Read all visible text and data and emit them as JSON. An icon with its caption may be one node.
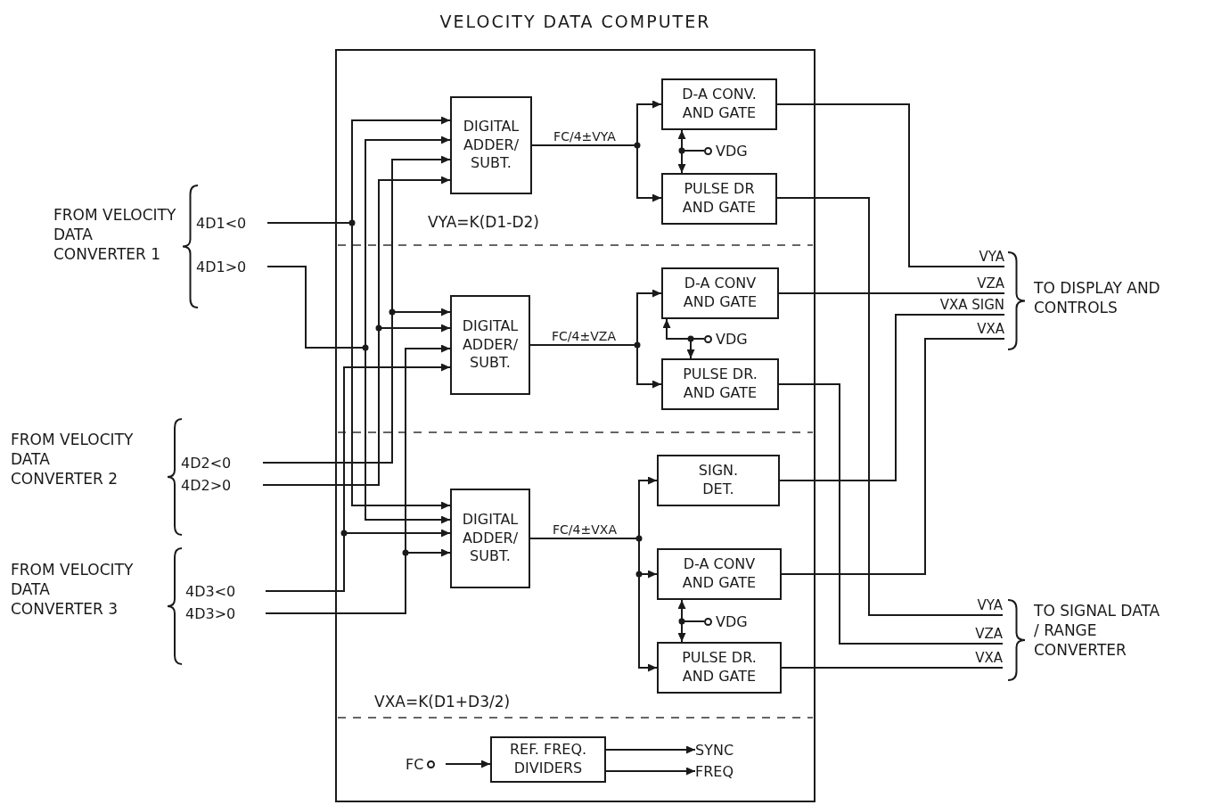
{
  "diagram": {
    "nodes": [
      {
        "text": [
          "VELOCITY DATA COMPUTER"
        ]
      },
      {
        "text": [
          "4D1<0"
        ]
      },
      {
        "text": [
          "4D1>0"
        ]
      },
      {
        "text": [
          "4D2<0"
        ]
      },
      {
        "text": [
          "4D2>0"
        ]
      },
      {
        "text": [
          "4D3<0"
        ]
      },
      {
        "text": [
          "4D3>0"
        ]
      },
      {
        "text": [
          "DIGITAL ADDER/ SUBT."
        ],
        "in": 0
      },
      {
        "text": [
          "D-A CONV. AND GATE"
        ],
        "in": 0
      },
      {
        "text": [
          "PULSE DR AND GATE"
        ],
        "in": 0
      },
      {
        "text": [
          "VDG"
        ],
        "in": 0
      },
      {
        "text": [
          "DIGITAL ADDER/ SUBT."
        ],
        "in": 0
      },
      {
        "text": [
          "D-A CONV AND GATE"
        ],
        "in": 0
      },
      {
        "text": [
          "PULSE DR. AND GATE"
        ],
        "in": 0
      },
      {
        "text": [
          "VDG"
        ],
        "in": 0
      },
      {
        "text": [
          "DIGITAL ADDER/ SUBT."
        ],
        "in": 0
      },
      {
        "text": [
          "SIGN. DET."
        ],
        "in": 0
      },
      {
        "text": [
          "D-A CONV AND GATE"
        ],
        "in": 0
      },
      {
        "text": [
          "PULSE DR. AND GATE"
        ],
        "in": 0
      },
      {
        "text": [
          "VDG"
        ],
        "in": 0
      },
      {
        "text": [
          "FC"
        ],
        "in": 0
      },
      {
        "text": [
          "REF. FREQ. DIVIDERS"
        ],
        "in": 0
      },
      {
        "text": [
          "SYNC"
        ],
        "in": 0
      },
      {
        "text": [
          "FREQ"
        ],
        "in": 0
      },
      {
        "text": [
          "VYA"
        ]
      },
      {
        "text": [
          "VZA"
        ]
      },
      {
        "text": [
          "VXA SIGN"
        ]
      },
      {
        "text": [
          "VXA"
        ]
      },
      {
        "text": [
          "VYA"
        ]
      },
      {
        "text": [
          "VZA"
        ]
      },
      {
        "text": [
          "VXA"
        ]
      }
    ],
    "edges": [
      {
        "from": 1,
        "to": 7,
        "arrow": "to"
      },
      {
        "from": 2,
        "to": 7,
        "arrow": "to"
      },
      {
        "from": 3,
        "to": 7,
        "arrow": "to"
      },
      {
        "from": 4,
        "to": 7,
        "arrow": "to"
      },
      {
        "from": 3,
        "to": 11,
        "arrow": "to"
      },
      {
        "from": 4,
        "to": 11,
        "arrow": "to"
      },
      {
        "from": 6,
        "to": 11,
        "arrow": "to"
      },
      {
        "from": 5,
        "to": 11,
        "arrow": "to"
      },
      {
        "from": 1,
        "to": 15,
        "arrow": "to"
      },
      {
        "from": 2,
        "to": 15,
        "arrow": "to"
      },
      {
        "from": 5,
        "to": 15,
        "arrow": "to"
      },
      {
        "from": 6,
        "to": 15,
        "arrow": "to"
      },
      {
        "from": 7,
        "to": 8,
        "arrow": "to",
        "label": "FC/4±VYA"
      },
      {
        "from": 7,
        "to": 9,
        "arrow": "to"
      },
      {
        "from": 10,
        "to": 8,
        "arrow": "to"
      },
      {
        "from": 10,
        "to": 9,
        "arrow": "to"
      },
      {
        "from": 11,
        "to": 12,
        "arrow": "to",
        "label": "FC/4±VZA"
      },
      {
        "from": 11,
        "to": 13,
        "arrow": "to"
      },
      {
        "from": 14,
        "to": 12,
        "arrow": "to"
      },
      {
        "from": 14,
        "to": 13,
        "arrow": "to"
      },
      {
        "from": 15,
        "to": 16,
        "arrow": "to",
        "label": "FC/4±VXA"
      },
      {
        "from": 15,
        "to": 17,
        "arrow": "to"
      },
      {
        "from": 15,
        "to": 18,
        "arrow": "to"
      },
      {
        "from": 19,
        "to": 17,
        "arrow": "to"
      },
      {
        "from": 19,
        "to": 18,
        "arrow": "to"
      },
      {
        "from": 20,
        "to": 21,
        "arrow": "to"
      },
      {
        "from": 21,
        "to": 22,
        "arrow": "to"
      },
      {
        "from": 21,
        "to": 23,
        "arrow": "to"
      },
      {
        "from": 8,
        "to": 24,
        "arrow": "none"
      },
      {
        "from": 12,
        "to": 25,
        "arrow": "none"
      },
      {
        "from": 16,
        "to": 26,
        "arrow": "none"
      },
      {
        "from": 17,
        "to": 27,
        "arrow": "none"
      },
      {
        "from": 9,
        "to": 28,
        "arrow": "none"
      },
      {
        "from": 13,
        "to": 29,
        "arrow": "none"
      },
      {
        "from": 18,
        "to": 30,
        "arrow": "none"
      }
    ],
    "labels": [
      "FROM VELOCITY DATA CONVERTER 1",
      "VYA=K(D1-D2)",
      "TO DISPLAY AND CONTROLS",
      "FROM VELOCITY DATA CONVERTER 2",
      "FROM VELOCITY DATA CONVERTER 3",
      "TO SIGNAL DATA / RANGE CONVERTER",
      "VXA=K(D1+D3/2)"
    ]
  }
}
